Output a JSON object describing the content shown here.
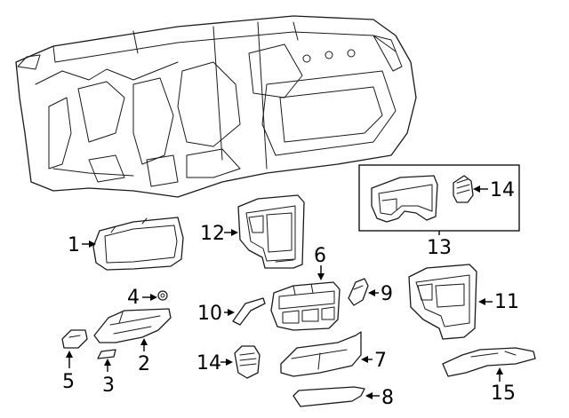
{
  "callouts": {
    "c1": "1",
    "c2": "2",
    "c3": "3",
    "c4": "4",
    "c5": "5",
    "c6": "6",
    "c7": "7",
    "c8": "8",
    "c9": "9",
    "c10": "10",
    "c11": "11",
    "c12": "12",
    "c13": "13",
    "c14_inset": "14",
    "c14_lower": "14",
    "c15": "15"
  }
}
